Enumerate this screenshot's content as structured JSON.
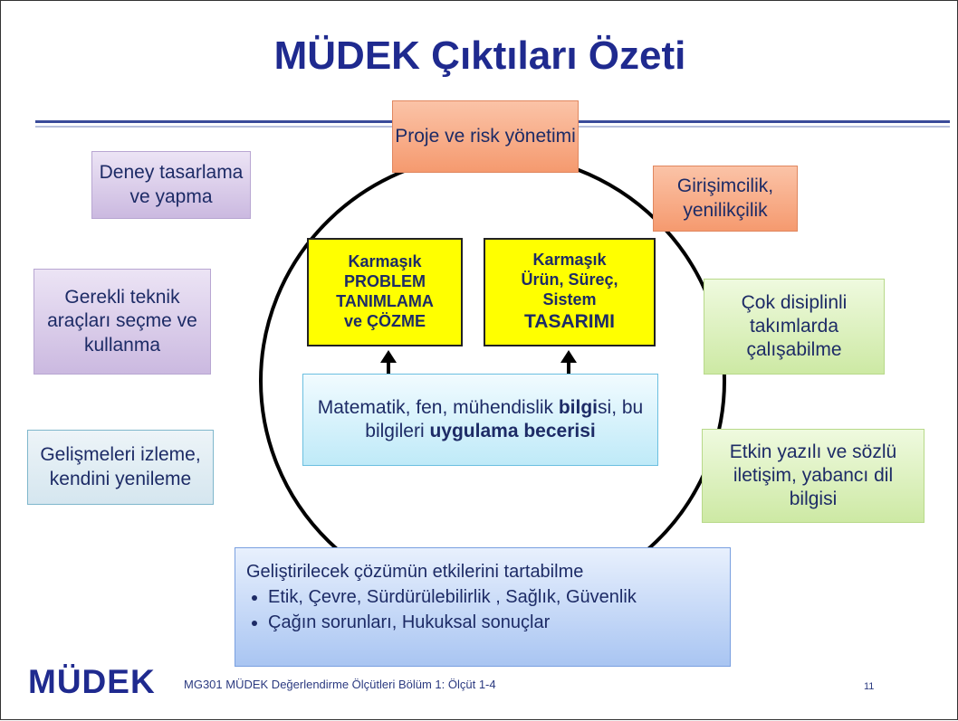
{
  "title": "MÜDEK Çıktıları Özeti",
  "boxes": {
    "project_risk": "Proje ve risk yönetimi",
    "experiment": "Deney tasarlama ve yapma",
    "entrepreneurship": "Girişimcilik, yenilikçilik",
    "tools": "Gerekli teknik araçları seçme ve kullanma",
    "multidisciplinary": "Çok disiplinli takımlarda çalışabilme",
    "lifelong": "Gelişmeleri izleme, kendini yenileme",
    "communication": "Etkin yazılı ve sözlü iletişim, yabancı dil bilgisi"
  },
  "core": {
    "problem": {
      "line1": "Karmaşık",
      "line2": "PROBLEM",
      "line3": "TANIMLAMA",
      "line4": "ve ÇÖZME"
    },
    "design": {
      "line1": "Karmaşık",
      "line2": "Ürün, Süreç,",
      "line3": "Sistem",
      "line4": "TASARIMI"
    }
  },
  "knowledge": {
    "part1": "Matematik, fen, mühendislik ",
    "bold1": "bilgi",
    "part2": "si, bu bilgileri ",
    "bold2": "uygulama becerisi"
  },
  "impacts": {
    "heading": "Geliştirilecek çözümün etkilerini tartabilme",
    "items": [
      "Etik, Çevre, Sürdürülebilirlik , Sağlık, Güvenlik",
      "Çağın sorunları, Hukuksal sonuçlar"
    ]
  },
  "footer": {
    "logo": "MÜDEK",
    "text": "MG301 MÜDEK Değerlendirme Ölçütleri Bölüm 1: Ölçüt 1-4",
    "page": "11"
  }
}
